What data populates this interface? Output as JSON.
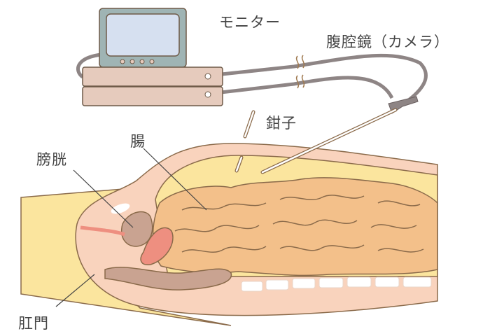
{
  "labels": {
    "monitor": "モニター",
    "laparoscope": "腹腔鏡（カメラ）",
    "forceps": "鉗子",
    "intestine": "腸",
    "bladder": "膀胱",
    "anus": "肛門"
  },
  "colors": {
    "skin": "#f9d3bd",
    "outline": "#8a6a4a",
    "fat": "#fbe59e",
    "intestine": "#f3c08a",
    "uterus": "#ee8f80",
    "rectum": "#c9a391",
    "monitor": "#9fb4b4",
    "screen": "#d6e0f0",
    "box": "#e6cbbd",
    "cable": "#8e8585"
  }
}
